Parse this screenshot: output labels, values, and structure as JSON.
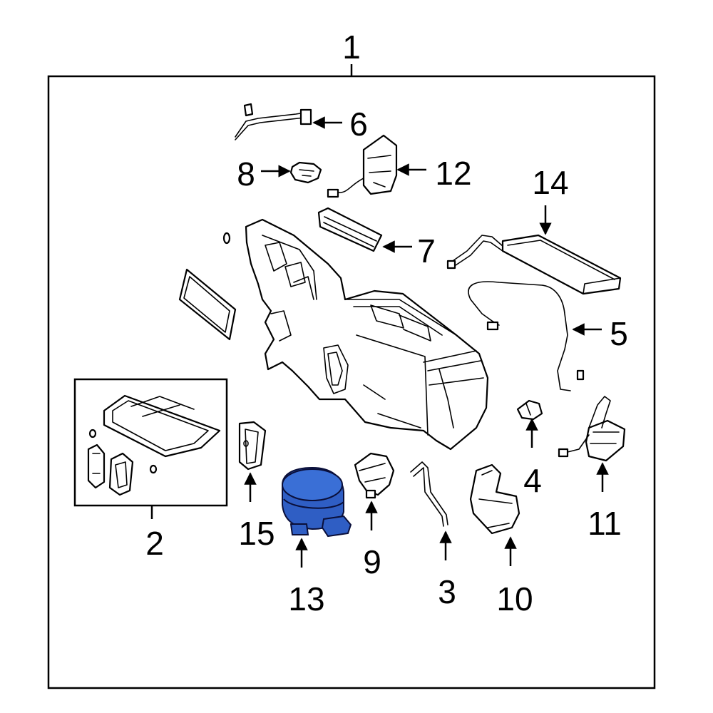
{
  "highlight_color": "#2f5ec4",
  "highlighted_part": "13",
  "callouts": {
    "c1": "1",
    "c2": "2",
    "c3": "3",
    "c4": "4",
    "c5": "5",
    "c6": "6",
    "c7": "7",
    "c8": "8",
    "c9": "9",
    "c10": "10",
    "c11": "11",
    "c12": "12",
    "c13": "13",
    "c14": "14",
    "c15": "15"
  }
}
